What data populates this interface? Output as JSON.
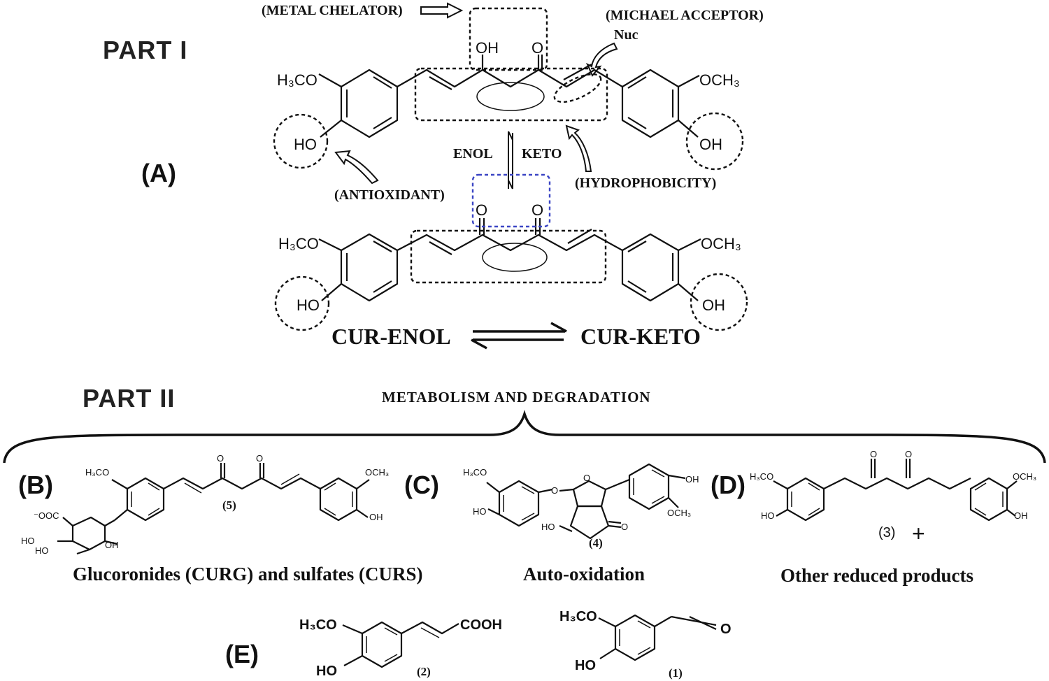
{
  "part_i": {
    "title": "PART I",
    "panel_label": "(A)",
    "annotations": {
      "metal_chelator": "(METAL CHELATOR)",
      "michael_acceptor": "(MICHAEL ACCEPTOR)",
      "nuc": "Nuc",
      "antioxidant": "(ANTIOXIDANT)",
      "hydrophobicity": "(HYDROPHOBICITY)",
      "enol": "ENOL",
      "keto": "KETO"
    },
    "atoms": {
      "h3co": "H₃CO",
      "och3": "OCH₃",
      "ho": "HO",
      "oh": "OH",
      "o": "O"
    },
    "equilibrium": {
      "left": "CUR-ENOL",
      "right": "CUR-KETO"
    }
  },
  "part_ii": {
    "title": "PART II",
    "header": "METABOLISM AND DEGRADATION",
    "panels": {
      "b": {
        "label": "(B)",
        "number": "(5)",
        "caption": "Glucoronides (CURG) and sulfates (CURS)",
        "atoms": {
          "h3co": "H₃CO",
          "och3": "OCH₃",
          "oh": "OH",
          "coo": "⁻OOC",
          "ho1": "HO",
          "ho2": "HO",
          "oh2": "OH",
          "o": "O"
        }
      },
      "c": {
        "label": "(C)",
        "number": "(4)",
        "caption": "Auto-oxidation",
        "atoms": {
          "h3co": "H₃CO",
          "ho": "HO",
          "oh": "OH",
          "och3": "OCH₃",
          "ho2": "HO",
          "o": "O"
        }
      },
      "d": {
        "label": "(D)",
        "number": "(3)",
        "plus": "+",
        "caption": "Other reduced products",
        "atoms": {
          "h3co": "H₃CO",
          "ho": "HO",
          "och3": "OCH₃",
          "oh": "OH",
          "o": "O"
        }
      },
      "e": {
        "label": "(E)",
        "num2": "(2)",
        "num1": "(1)",
        "atoms": {
          "h3co": "H₃CO",
          "ho": "HO",
          "cooh": "COOH",
          "o": "O"
        }
      }
    }
  }
}
